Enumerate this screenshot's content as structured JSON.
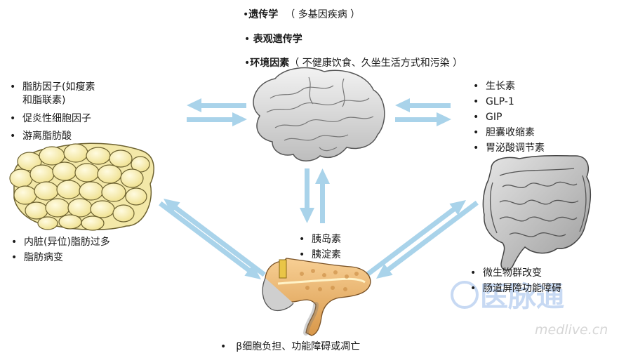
{
  "center_factors": [
    {
      "bold": "遗传学",
      "rest": "（ 多基因疾病 ）"
    },
    {
      "bold": "表观遗传学",
      "rest": ""
    },
    {
      "bold": "环境因素",
      "rest": "（ 不健康饮食、久坐生活方式和污染 ）"
    }
  ],
  "adipose_top": [
    "脂肪因子(如瘦素",
    "和脂联素)",
    "促炎性细胞因子",
    "游离脂肪酸"
  ],
  "adipose_bottom": [
    "内脏(异位)脂肪过多",
    "脂肪病变"
  ],
  "gut_top": [
    "生长素",
    "GLP-1",
    "GIP",
    "胆囊收缩素",
    "胃泌酸调节素"
  ],
  "gut_bottom": [
    "微生物群改变",
    "肠道屏障功能障碍"
  ],
  "pancreas_labels": [
    "胰岛素",
    "胰淀素"
  ],
  "pancreas_bottom": "β细胞负担、功能障碍或凋亡",
  "watermark": {
    "logo": "医脉通",
    "url": "medlive.cn"
  },
  "colors": {
    "arrow": "#a9d3ea",
    "fat": "#f6eaa6",
    "fat_stroke": "#6d6230",
    "gut": "#c9c9c9",
    "brain": "#dcdcdc",
    "pancreas": "#e8b878"
  }
}
